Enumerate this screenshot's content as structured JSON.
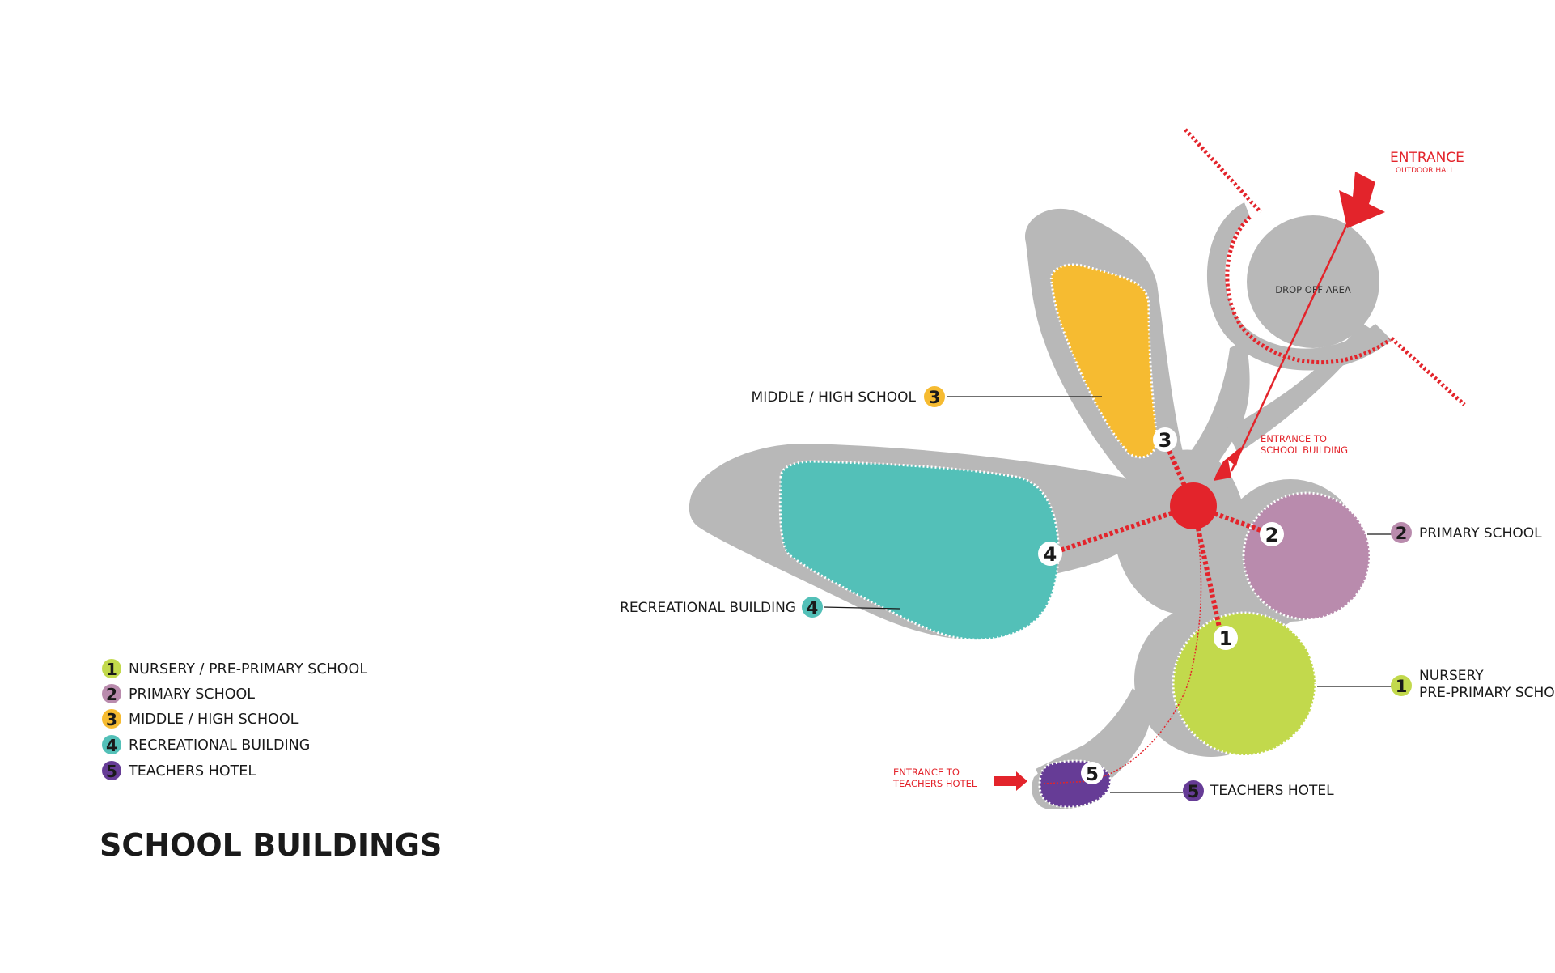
{
  "title": "SCHOOL BUILDINGS",
  "legend": [
    {
      "number": "1",
      "label": "NURSERY / PRE-PRIMARY SCHOOL",
      "color": "#c2d94c"
    },
    {
      "number": "2",
      "label": "PRIMARY SCHOOL",
      "color": "#b98bad"
    },
    {
      "number": "3",
      "label": "MIDDLE / HIGH SCHOOL",
      "color": "#f6bb31"
    },
    {
      "number": "4",
      "label": "RECREATIONAL BUILDING",
      "color": "#53c0b8"
    },
    {
      "number": "5",
      "label": "TEACHERS HOTEL",
      "color": "#663c96"
    }
  ],
  "buildings": {
    "nursery": {
      "number": "1",
      "line1": "NURSERY",
      "line2": "PRE-PRIMARY SCHOOL"
    },
    "primary": {
      "number": "2",
      "label": "PRIMARY SCHOOL"
    },
    "middle": {
      "number": "3",
      "label": "MIDDLE / HIGH SCHOOL"
    },
    "recreational": {
      "number": "4",
      "label": "RECREATIONAL BUILDING"
    },
    "teachers": {
      "number": "5",
      "label": "TEACHERS HOTEL"
    }
  },
  "annotations": {
    "entrance_title": "ENTRANCE",
    "entrance_subtitle": "OUTDOOR HALL",
    "drop_off": "DROP OFF AREA",
    "entrance_school_line1": "ENTRANCE TO",
    "entrance_school_line2": "SCHOOL BUILDING",
    "entrance_hotel_line1": "ENTRANCE TO",
    "entrance_hotel_line2": "TEACHERS HOTEL"
  },
  "colors": {
    "site_grey": "#b8b8b8",
    "accent_red": "#e3242b",
    "text": "#1a1a1a"
  }
}
